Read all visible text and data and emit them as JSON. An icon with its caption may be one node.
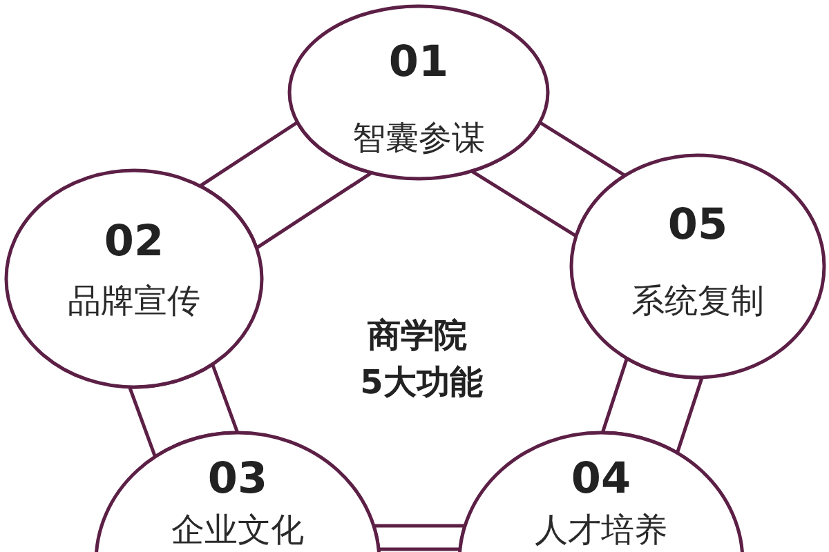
{
  "diagram": {
    "nodes": [
      {
        "text": [
          "01",
          "智囊参谋"
        ]
      },
      {
        "text": [
          "02",
          "品牌宣传"
        ]
      },
      {
        "text": [
          "05",
          "系统复制"
        ]
      },
      {
        "text": [
          "03",
          "企业文化"
        ]
      },
      {
        "text": [
          "04",
          "人才培养"
        ]
      }
    ],
    "edges": [
      {
        "from": 0,
        "to": 1,
        "arrow": "none"
      },
      {
        "from": 1,
        "to": 3,
        "arrow": "none"
      },
      {
        "from": 3,
        "to": 4,
        "arrow": "none"
      },
      {
        "from": 4,
        "to": 2,
        "arrow": "none"
      },
      {
        "from": 2,
        "to": 0,
        "arrow": "none"
      }
    ],
    "labels": [
      "商学院",
      "5大功能"
    ]
  }
}
